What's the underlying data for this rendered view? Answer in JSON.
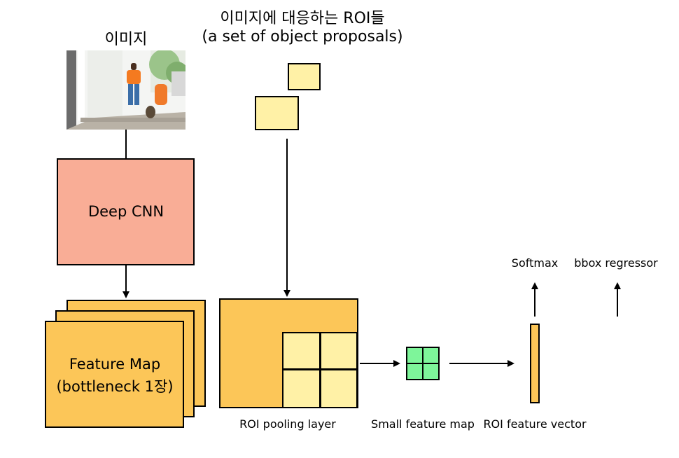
{
  "labels": {
    "image_title": "이미지",
    "roi_title_line1": "이미지에 대응하는 ROI들",
    "roi_title_line2": "(a set of object proposals)",
    "cnn": "Deep CNN",
    "feature_map_line1": "Feature Map",
    "feature_map_line2": "(bottleneck 1장)",
    "roi_pooling": "ROI pooling layer",
    "small_feature_map": "Small feature map",
    "roi_feature_vector": "ROI feature vector",
    "softmax": "Softmax",
    "bbox_regressor": "bbox regressor"
  },
  "colors": {
    "cnn_fill": "#f9ad96",
    "feature_fill": "#fcc658",
    "roi_fill": "#fff1a6",
    "small_map_fill": "#7ef59a",
    "vector_fill": "#fcc658"
  }
}
